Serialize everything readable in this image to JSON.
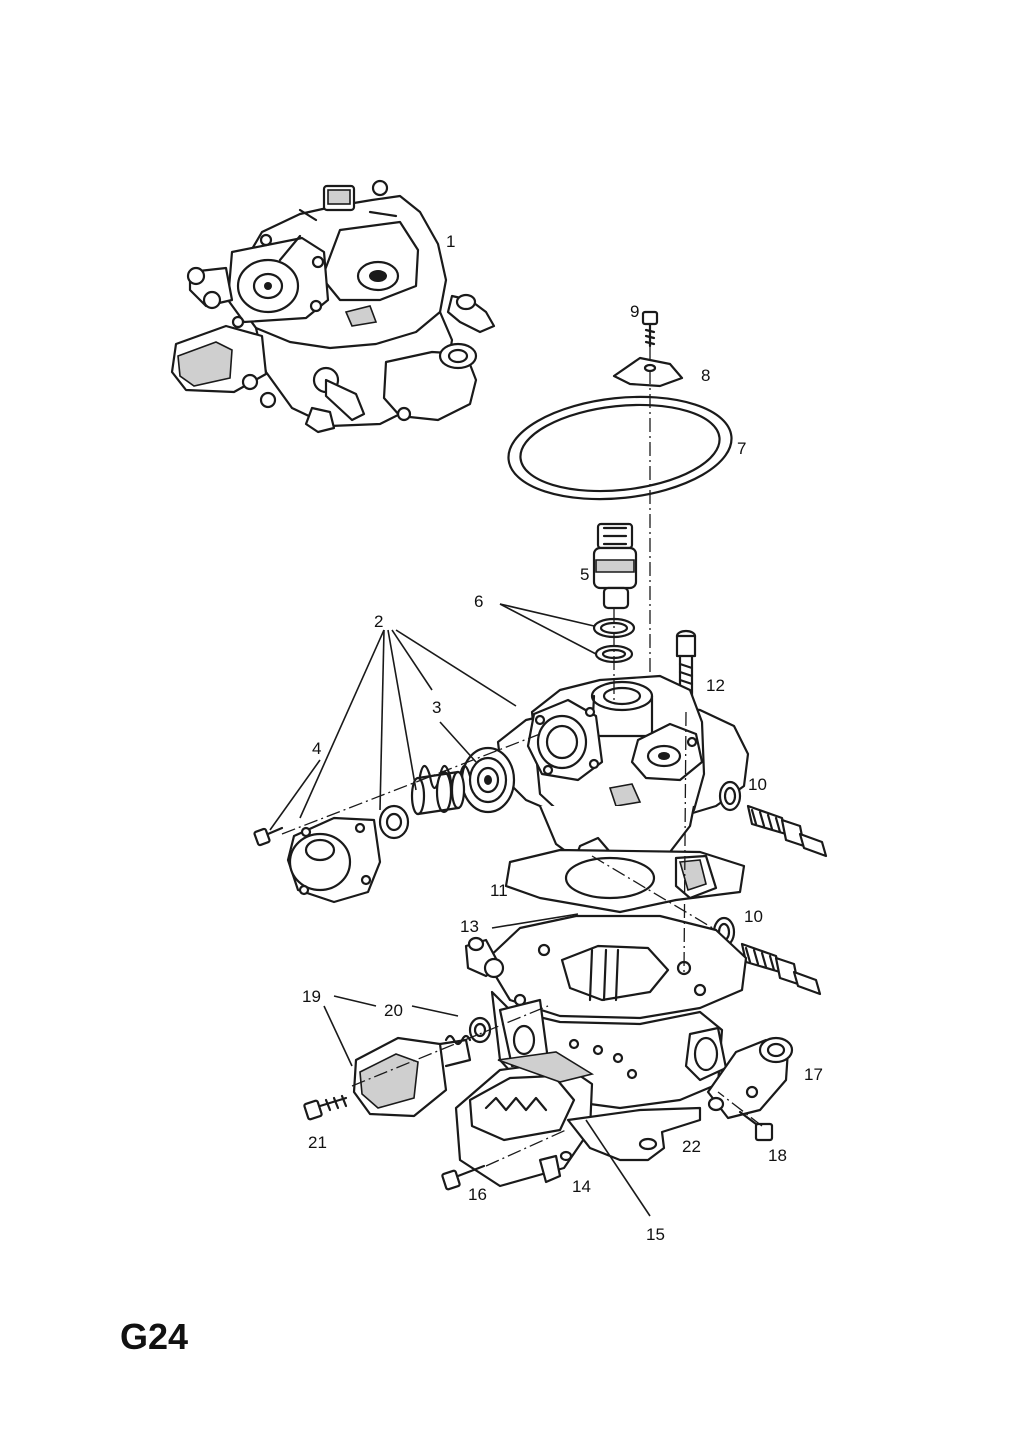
{
  "page_code": "G24",
  "callouts": {
    "c1": "1",
    "c2": "2",
    "c3": "3",
    "c4": "4",
    "c5": "5",
    "c6": "6",
    "c7": "7",
    "c8": "8",
    "c9": "9",
    "c10a": "10",
    "c10b": "10",
    "c11": "11",
    "c12": "12",
    "c13": "13",
    "c14": "14",
    "c15": "15",
    "c16": "16",
    "c17": "17",
    "c18": "18",
    "c19": "19",
    "c20": "20",
    "c21": "21",
    "c22": "22"
  }
}
